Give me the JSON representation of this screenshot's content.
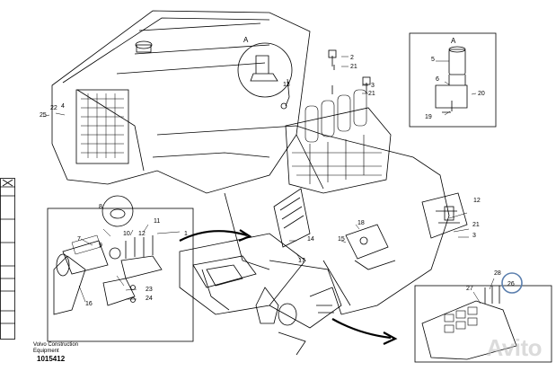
{
  "figure": {
    "caption_maker": "Volvo Construction Equipment",
    "document_number": "1015412",
    "watermark": "Avito"
  },
  "detail_labels": {
    "detail_a_main": "A",
    "detail_a_inset": "A"
  },
  "callouts": [
    "1",
    "2",
    "3",
    "4",
    "5",
    "6",
    "7",
    "8",
    "9",
    "10",
    "11",
    "12",
    "13",
    "14",
    "15",
    "16",
    "17",
    "18",
    "19",
    "20",
    "21",
    "22",
    "23",
    "24",
    "25",
    "26",
    "27",
    "28"
  ],
  "highlighted_callout": "26",
  "colors": {
    "line": "#000000",
    "background": "#ffffff",
    "highlight_ring": "#5b7fae",
    "watermark": "#bebebe"
  }
}
